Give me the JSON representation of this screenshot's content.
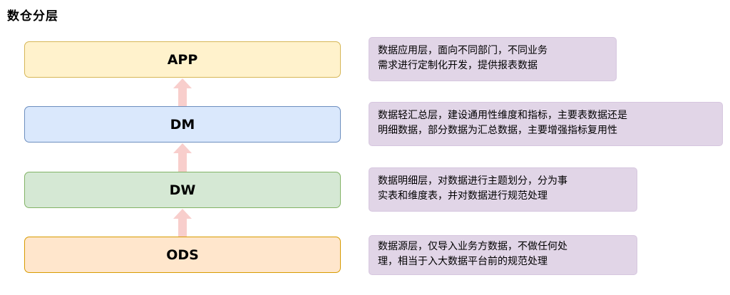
{
  "title": "数仓分层",
  "layers": [
    {
      "label": "APP"
    },
    {
      "label": "DM"
    },
    {
      "label": "DW"
    },
    {
      "label": "ODS"
    }
  ],
  "descriptions": [
    {
      "lines": [
        "数据应用层，面向不同部门，不同业务",
        "需求进行定制化开发，提供报表数据"
      ]
    },
    {
      "lines": [
        "数据轻汇总层，建设通用性维度和指标，主要表数据还是",
        "明细数据，部分数据为汇总数据，主要增强指标复用性"
      ]
    },
    {
      "lines": [
        "数据明细层，对数据进行主题划分，分为事",
        "实表和维度表，并对数据进行规范处理"
      ]
    },
    {
      "lines": [
        "数据源层，仅导入业务方数据，不做任何处",
        "理，相当于入大数据平台前的规范处理"
      ]
    }
  ],
  "colors": {
    "app_fill": "#fff2cc",
    "dm_fill": "#dae8fc",
    "dw_fill": "#d5e8d4",
    "ods_fill": "#ffe6cc",
    "arrow": "#f8cecc",
    "description_fill": "#e1d5e7"
  }
}
